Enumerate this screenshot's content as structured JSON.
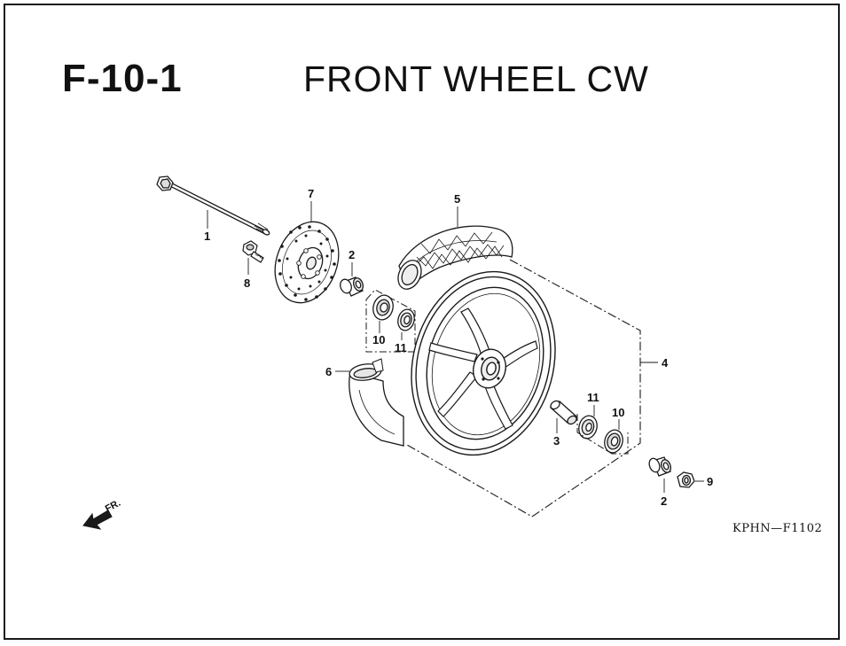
{
  "header": {
    "section_code": "F-10-1",
    "title": "FRONT WHEEL CW"
  },
  "footer": {
    "diagram_code": "KPHN—F1102"
  },
  "direction_marker": {
    "label": "FR.",
    "icon": "front-direction-arrow-icon"
  },
  "callouts": {
    "c1": "1",
    "c2a": "2",
    "c2b": "2",
    "c3": "3",
    "c4": "4",
    "c5": "5",
    "c6": "6",
    "c7": "7",
    "c8": "8",
    "c9": "9",
    "c10a": "10",
    "c10b": "10",
    "c11a": "11",
    "c11b": "11"
  },
  "parts": [
    {
      "icon": "front-axle-icon"
    },
    {
      "icon": "side-collar-icon"
    },
    {
      "icon": "distance-collar-icon"
    },
    {
      "icon": "cast-wheel-icon"
    },
    {
      "icon": "tire-icon"
    },
    {
      "icon": "tube-icon"
    },
    {
      "icon": "brake-disk-icon"
    },
    {
      "icon": "disk-bolt-icon"
    },
    {
      "icon": "axle-nut-icon"
    },
    {
      "icon": "dust-seal-icon"
    },
    {
      "icon": "radial-ball-bearing-icon"
    }
  ],
  "colors": {
    "line": "#1a1a1a",
    "background": "#ffffff"
  }
}
